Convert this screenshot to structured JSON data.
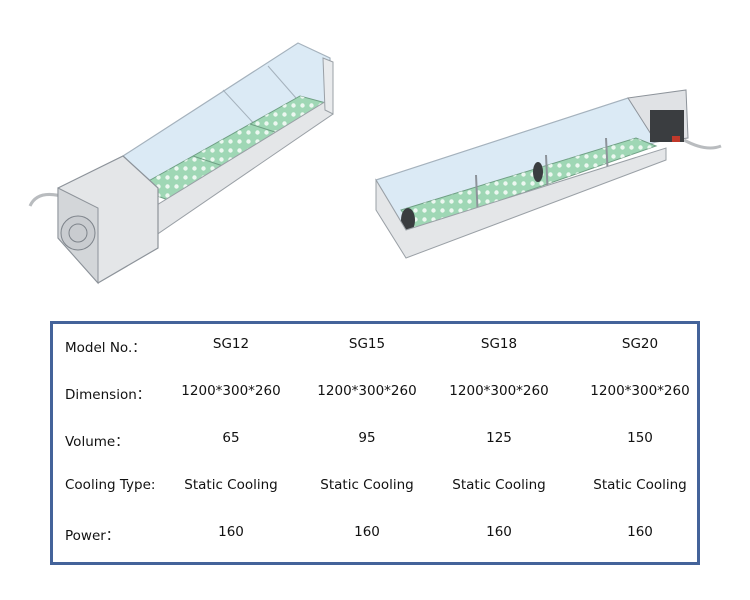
{
  "specs": {
    "rows": [
      {
        "label": "Model No.：",
        "values": [
          "SG12",
          "SG15",
          "SG18",
          "SG20"
        ]
      },
      {
        "label": "Dimension：",
        "values": [
          "1200*300*260",
          "1200*300*260",
          "1200*300*260",
          "1200*300*260"
        ]
      },
      {
        "label": "Volume：",
        "values": [
          "65",
          "95",
          "125",
          "150"
        ]
      },
      {
        "label": "Cooling Type:",
        "values": [
          "Static Cooling",
          "Static Cooling",
          "Static Cooling",
          "Static Cooling"
        ]
      },
      {
        "label": "Power：",
        "values": [
          "160",
          "160",
          "160",
          "160"
        ]
      }
    ]
  },
  "colors": {
    "frame_border": "#44639a",
    "tray_green": "#9fd7b5",
    "steel": "#e4e6e8",
    "glass": "#dbeaf5"
  }
}
